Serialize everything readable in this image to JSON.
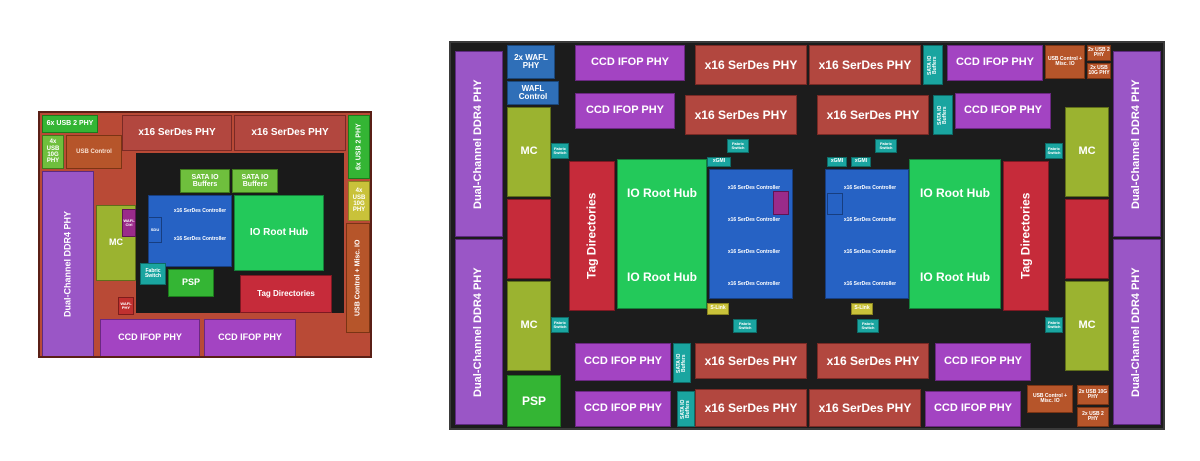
{
  "left_die": {
    "usb2_top_left": "6x USB 2 PHY",
    "usb10g_left": "4x USB 10G PHY",
    "usb_control": "USB Control",
    "serdes_phy_1": "x16 SerDes PHY",
    "serdes_phy_2": "x16 SerDes PHY",
    "usb2_right": "6x USB 2 PHY",
    "usb10g_right": "4x USB 10G PHY",
    "usb_control_misc": "USB Control + Misc. IO",
    "sata_io_1": "SATA IO Buffers",
    "sata_io_2": "SATA IO Buffers",
    "serdes_ctl_1": "x16 SerDes Controller",
    "serdes_ctl_2": "x16 SerDes Controller",
    "io_root_hub": "IO Root Hub",
    "ddr4_phy": "Dual-Channel DDR4 PHY",
    "mc": "MC",
    "wafl_small": "WAFL Ctrl",
    "sdu_small": "SDU",
    "fabric_switch": "Fabric Switch",
    "psp": "PSP",
    "tag_directories": "Tag Directories",
    "ifop_phy_1": "CCD IFOP PHY",
    "ifop_phy_2": "CCD IFOP PHY",
    "small_label": "WAFL PHY"
  },
  "right_die": {
    "wafl_phy": "2x WAFL PHY",
    "wafl_control": "WAFL Control",
    "ifop_tl": "CCD IFOP PHY",
    "ifop_tl2": "CCD IFOP PHY",
    "serdes_t1": "x16 SerDes PHY",
    "serdes_t2": "x16 SerDes PHY",
    "serdes_t3": "x16 SerDes PHY",
    "serdes_t4": "x16 SerDes PHY",
    "sata_t1": "SATA IO Buffers",
    "sata_t2": "SATA IO Buffers",
    "ifop_tr": "CCD IFOP PHY",
    "ifop_tr2": "CCD IFOP PHY",
    "usb2_tr": "2x USB 2 PHY",
    "usb10g_tr": "2x USB 10G PHY",
    "usb_ctl_tr": "USB Control + Misc. IO",
    "ddr4_left_1": "Dual-Channel DDR4 PHY",
    "ddr4_left_2": "Dual-Channel DDR4 PHY",
    "ddr4_right_1": "Dual-Channel DDR4 PHY",
    "ddr4_right_2": "Dual-Channel DDR4 PHY",
    "mc_tl": "MC",
    "mc_tr": "MC",
    "mc_bl": "MC",
    "mc_br": "MC",
    "fabric_switch": "Fabric Switch",
    "xgmi": "xGMI",
    "tag_left": "Tag Directories",
    "tag_right": "Tag Directories",
    "iorh_1": "IO Root Hub",
    "iorh_2": "IO Root Hub",
    "iorh_3": "IO Root Hub",
    "iorh_4": "IO Root Hub",
    "serdes_ctl": "x16 SerDes Controller",
    "slink": "S-Link",
    "serdes_b1": "x16 SerDes PHY",
    "serdes_b2": "x16 SerDes PHY",
    "serdes_b3": "x16 SerDes PHY",
    "serdes_b4": "x16 SerDes PHY",
    "ifop_bl": "CCD IFOP PHY",
    "ifop_bl2": "CCD IFOP PHY",
    "ifop_br": "CCD IFOP PHY",
    "ifop_br2": "CCD IFOP PHY",
    "psp": "PSP",
    "usb_ctl_br": "USB Control + Misc. IO",
    "usb10g_br": "2x USB 10G PHY",
    "usb2_br": "2x USB 2 PHY"
  }
}
